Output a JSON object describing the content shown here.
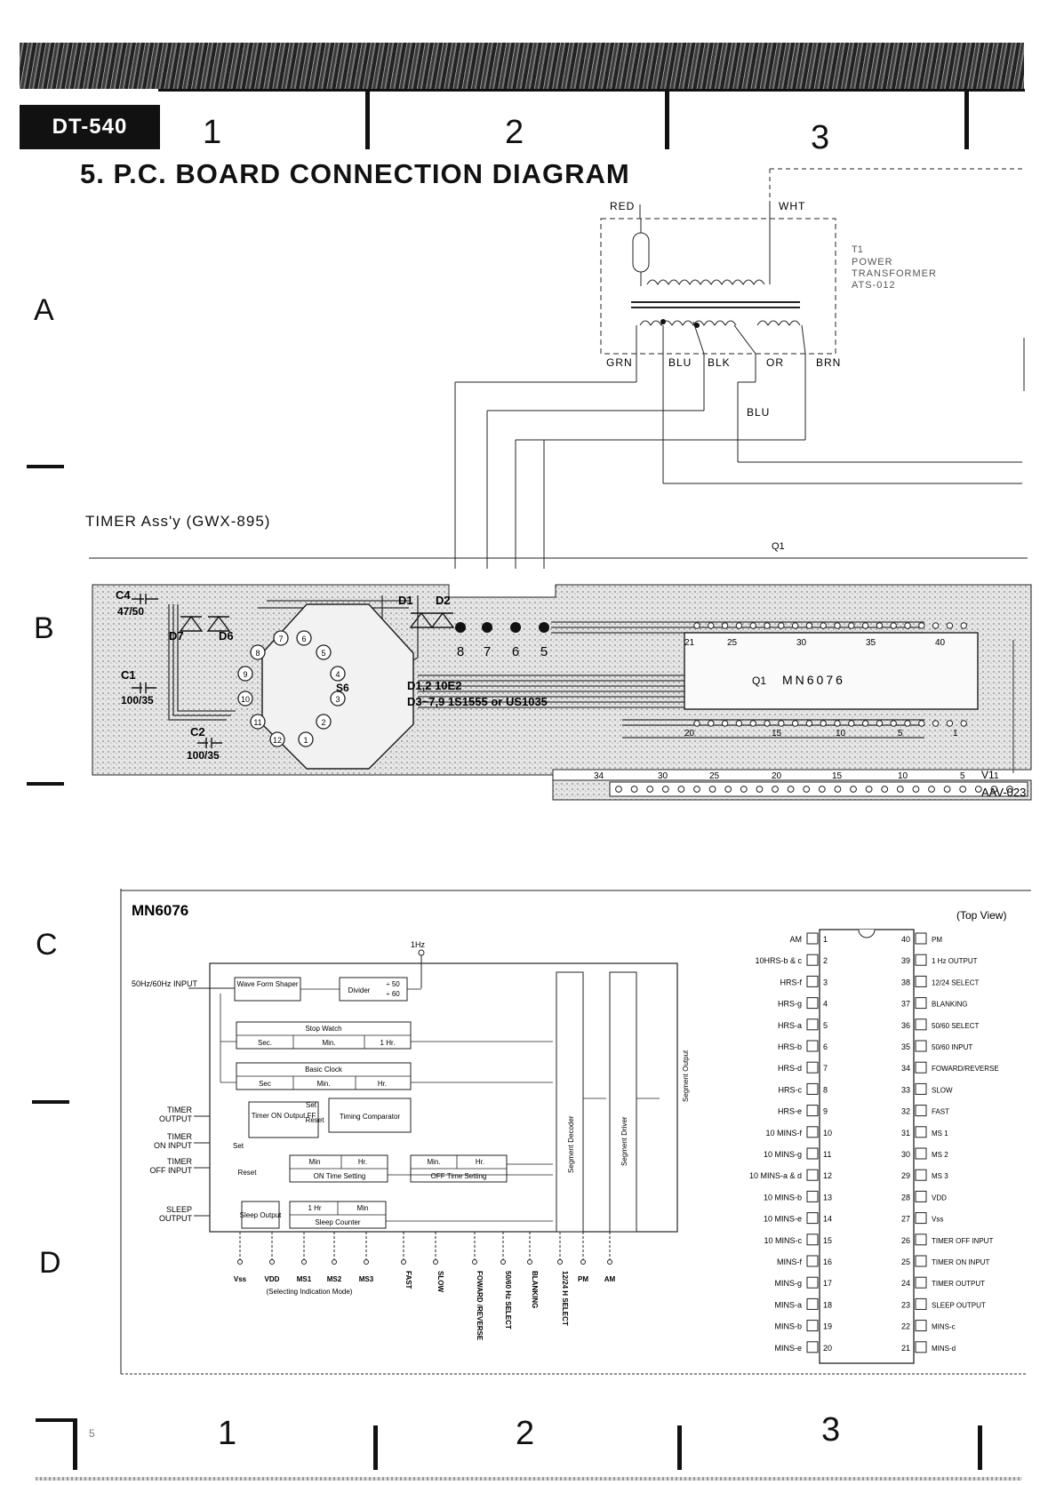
{
  "header": {
    "model": "DT-540",
    "columns": [
      "1",
      "2",
      "3"
    ],
    "title": "5. P.C. BOARD CONNECTION DIAGRAM"
  },
  "rows": [
    "A",
    "B",
    "C",
    "D"
  ],
  "transformer": {
    "ref": "T1",
    "name": "POWER",
    "name2": "TRANSFORMER",
    "part": "ATS-012",
    "wire_top_left": "RED",
    "wire_top_right": "WHT",
    "wires_bottom": [
      "GRN",
      "BLU",
      "BLK",
      "OR",
      "BRN"
    ],
    "wire_mid": "BLU"
  },
  "pcb": {
    "assy": "TIMER Ass'y (GWX-895)",
    "q1_label": "Q1",
    "ic_label": "MN6076",
    "ic_ref": "Q1",
    "c4": "C4",
    "c4_val": "47/50",
    "c1": "C1",
    "c1_val": "100/35",
    "c2": "C2",
    "c2_val": "100/35",
    "d7": "D7",
    "d6": "D6",
    "d1": "D1",
    "d2": "D2",
    "s6": "S6",
    "diode_note1": "D1,2   10E2",
    "diode_note2": "D3~7,9  1S1555 or US1035",
    "terminals": [
      "8",
      "7",
      "6",
      "5"
    ],
    "switch_positions": [
      "1",
      "2",
      "3",
      "4",
      "5",
      "6",
      "7",
      "8",
      "9",
      "10",
      "11",
      "12"
    ],
    "top_pin_marks": [
      "21",
      "25",
      "30",
      "35",
      "40"
    ],
    "bottom_pin_marks": [
      "20",
      "15",
      "10",
      "5",
      "1"
    ],
    "conn_marks": [
      "34",
      "30",
      "25",
      "20",
      "15",
      "10",
      "5",
      "1"
    ],
    "v1": "V1",
    "display": "AAV-023"
  },
  "block": {
    "title": "MN6076",
    "top_view": "(Top View)",
    "hz": "1Hz",
    "input_5060": "50Hz/60Hz INPUT",
    "wave": "Wave Form Shaper",
    "divider": "Divider",
    "div50": "÷ 50",
    "div60": "÷ 60",
    "stopwatch": "Stop Watch",
    "sw_cells": [
      "Sec.",
      "Min.",
      "1 Hr."
    ],
    "basic_clock": "Basic Clock",
    "bc_cells": [
      "Sec",
      "Min.",
      "Hr."
    ],
    "timer_on_ff": "Timer ON Output FF",
    "set": "Set",
    "reset": "Reset",
    "timing_comp": "Timing Comparator",
    "on_cells": [
      "Min",
      "Hr."
    ],
    "on_setting": "ON Time Setting",
    "off_cells": [
      "Min.",
      "Hr."
    ],
    "off_setting": "OFF Time Setting",
    "sleep_out": "Sleep Output",
    "sleep_cells": [
      "1 Hr",
      "Min"
    ],
    "sleep_counter": "Sleep Counter",
    "seg_decoder": "Segment Decoder",
    "seg_driver": "Segment Driver",
    "seg_output": "Segment Output",
    "left_inputs": [
      [
        "TIMER",
        "OUTPUT"
      ],
      [
        "TIMER",
        "ON INPUT"
      ],
      [
        "TIMER",
        "OFF INPUT"
      ],
      [
        "SLEEP",
        "OUTPUT"
      ]
    ],
    "bottom_pins": [
      "Vss",
      "VDD",
      "MS1",
      "MS2",
      "MS3",
      "FAST",
      "SLOW",
      "FOWARD /REVERSE",
      "50/60 Hz SELECT",
      "BLANKING",
      "12/24 H SELECT",
      "PM",
      "AM"
    ],
    "ms_note": "(Selecting Indication Mode)"
  },
  "pinout": {
    "left": [
      {
        "n": "1",
        "name": "AM"
      },
      {
        "n": "2",
        "name": "10HRS-b & c"
      },
      {
        "n": "3",
        "name": "HRS-f"
      },
      {
        "n": "4",
        "name": "HRS-g"
      },
      {
        "n": "5",
        "name": "HRS-a"
      },
      {
        "n": "6",
        "name": "HRS-b"
      },
      {
        "n": "7",
        "name": "HRS-d"
      },
      {
        "n": "8",
        "name": "HRS-c"
      },
      {
        "n": "9",
        "name": "HRS-e"
      },
      {
        "n": "10",
        "name": "10 MINS-f"
      },
      {
        "n": "11",
        "name": "10 MINS-g"
      },
      {
        "n": "12",
        "name": "10 MINS-a & d"
      },
      {
        "n": "13",
        "name": "10 MINS-b"
      },
      {
        "n": "14",
        "name": "10 MINS-e"
      },
      {
        "n": "15",
        "name": "10 MINS-c"
      },
      {
        "n": "16",
        "name": "MINS-f"
      },
      {
        "n": "17",
        "name": "MINS-g"
      },
      {
        "n": "18",
        "name": "MINS-a"
      },
      {
        "n": "19",
        "name": "MINS-b"
      },
      {
        "n": "20",
        "name": "MINS-e"
      }
    ],
    "right": [
      {
        "n": "40",
        "name": "PM"
      },
      {
        "n": "39",
        "name": "1 Hz OUTPUT"
      },
      {
        "n": "38",
        "name": "12/24 SELECT"
      },
      {
        "n": "37",
        "name": "BLANKING"
      },
      {
        "n": "36",
        "name": "50/60 SELECT"
      },
      {
        "n": "35",
        "name": "50/60 INPUT"
      },
      {
        "n": "34",
        "name": "FOWARD/REVERSE"
      },
      {
        "n": "33",
        "name": "SLOW"
      },
      {
        "n": "32",
        "name": "FAST"
      },
      {
        "n": "31",
        "name": "MS 1"
      },
      {
        "n": "30",
        "name": "MS 2"
      },
      {
        "n": "29",
        "name": "MS 3"
      },
      {
        "n": "28",
        "name": "VDD"
      },
      {
        "n": "27",
        "name": "Vss"
      },
      {
        "n": "26",
        "name": "TIMER OFF INPUT"
      },
      {
        "n": "25",
        "name": "TIMER ON INPUT"
      },
      {
        "n": "24",
        "name": "TIMER OUTPUT"
      },
      {
        "n": "23",
        "name": "SLEEP OUTPUT"
      },
      {
        "n": "22",
        "name": "MINS-c"
      },
      {
        "n": "21",
        "name": "MINS-d"
      }
    ]
  },
  "footer": {
    "page": "5",
    "columns": [
      "1",
      "2",
      "3"
    ]
  }
}
